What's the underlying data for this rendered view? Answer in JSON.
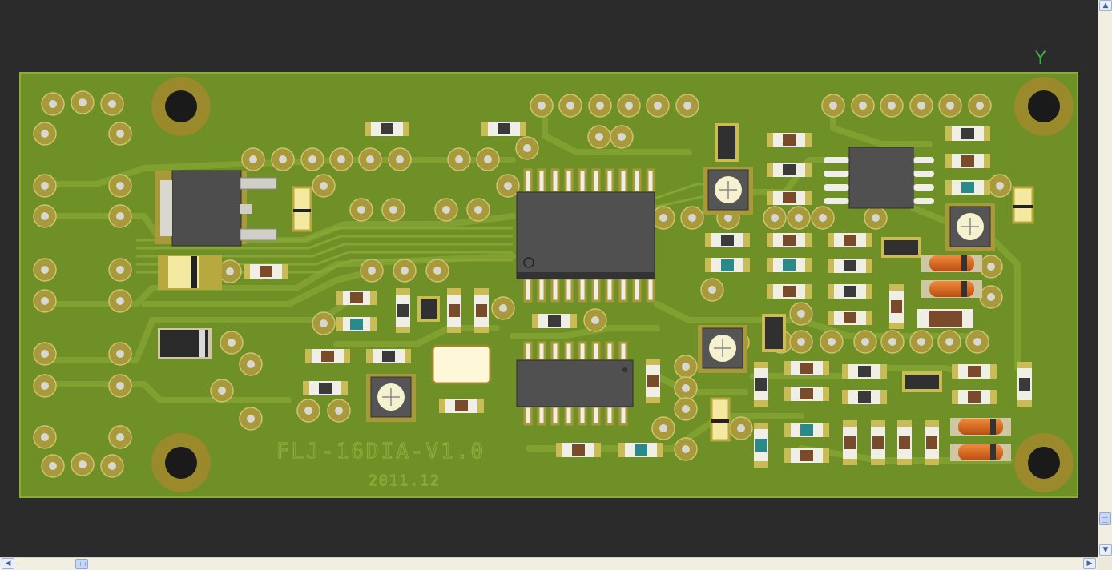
{
  "board": {
    "silk_title": "FLJ-16DIA-V1.0",
    "silk_date": "2011.12",
    "axis_marker": "Y",
    "colors": {
      "background": "#2b2b2b",
      "board": "#7a9a2e",
      "copper": "#8fae3a",
      "pad": "#a89a3a",
      "ic_body": "#4a4a4a",
      "silk": "#f2f2e0"
    }
  },
  "scrollbars": {
    "up_arrow": "▲",
    "down_arrow": "▼",
    "left_arrow": "◀",
    "right_arrow": "▶"
  }
}
